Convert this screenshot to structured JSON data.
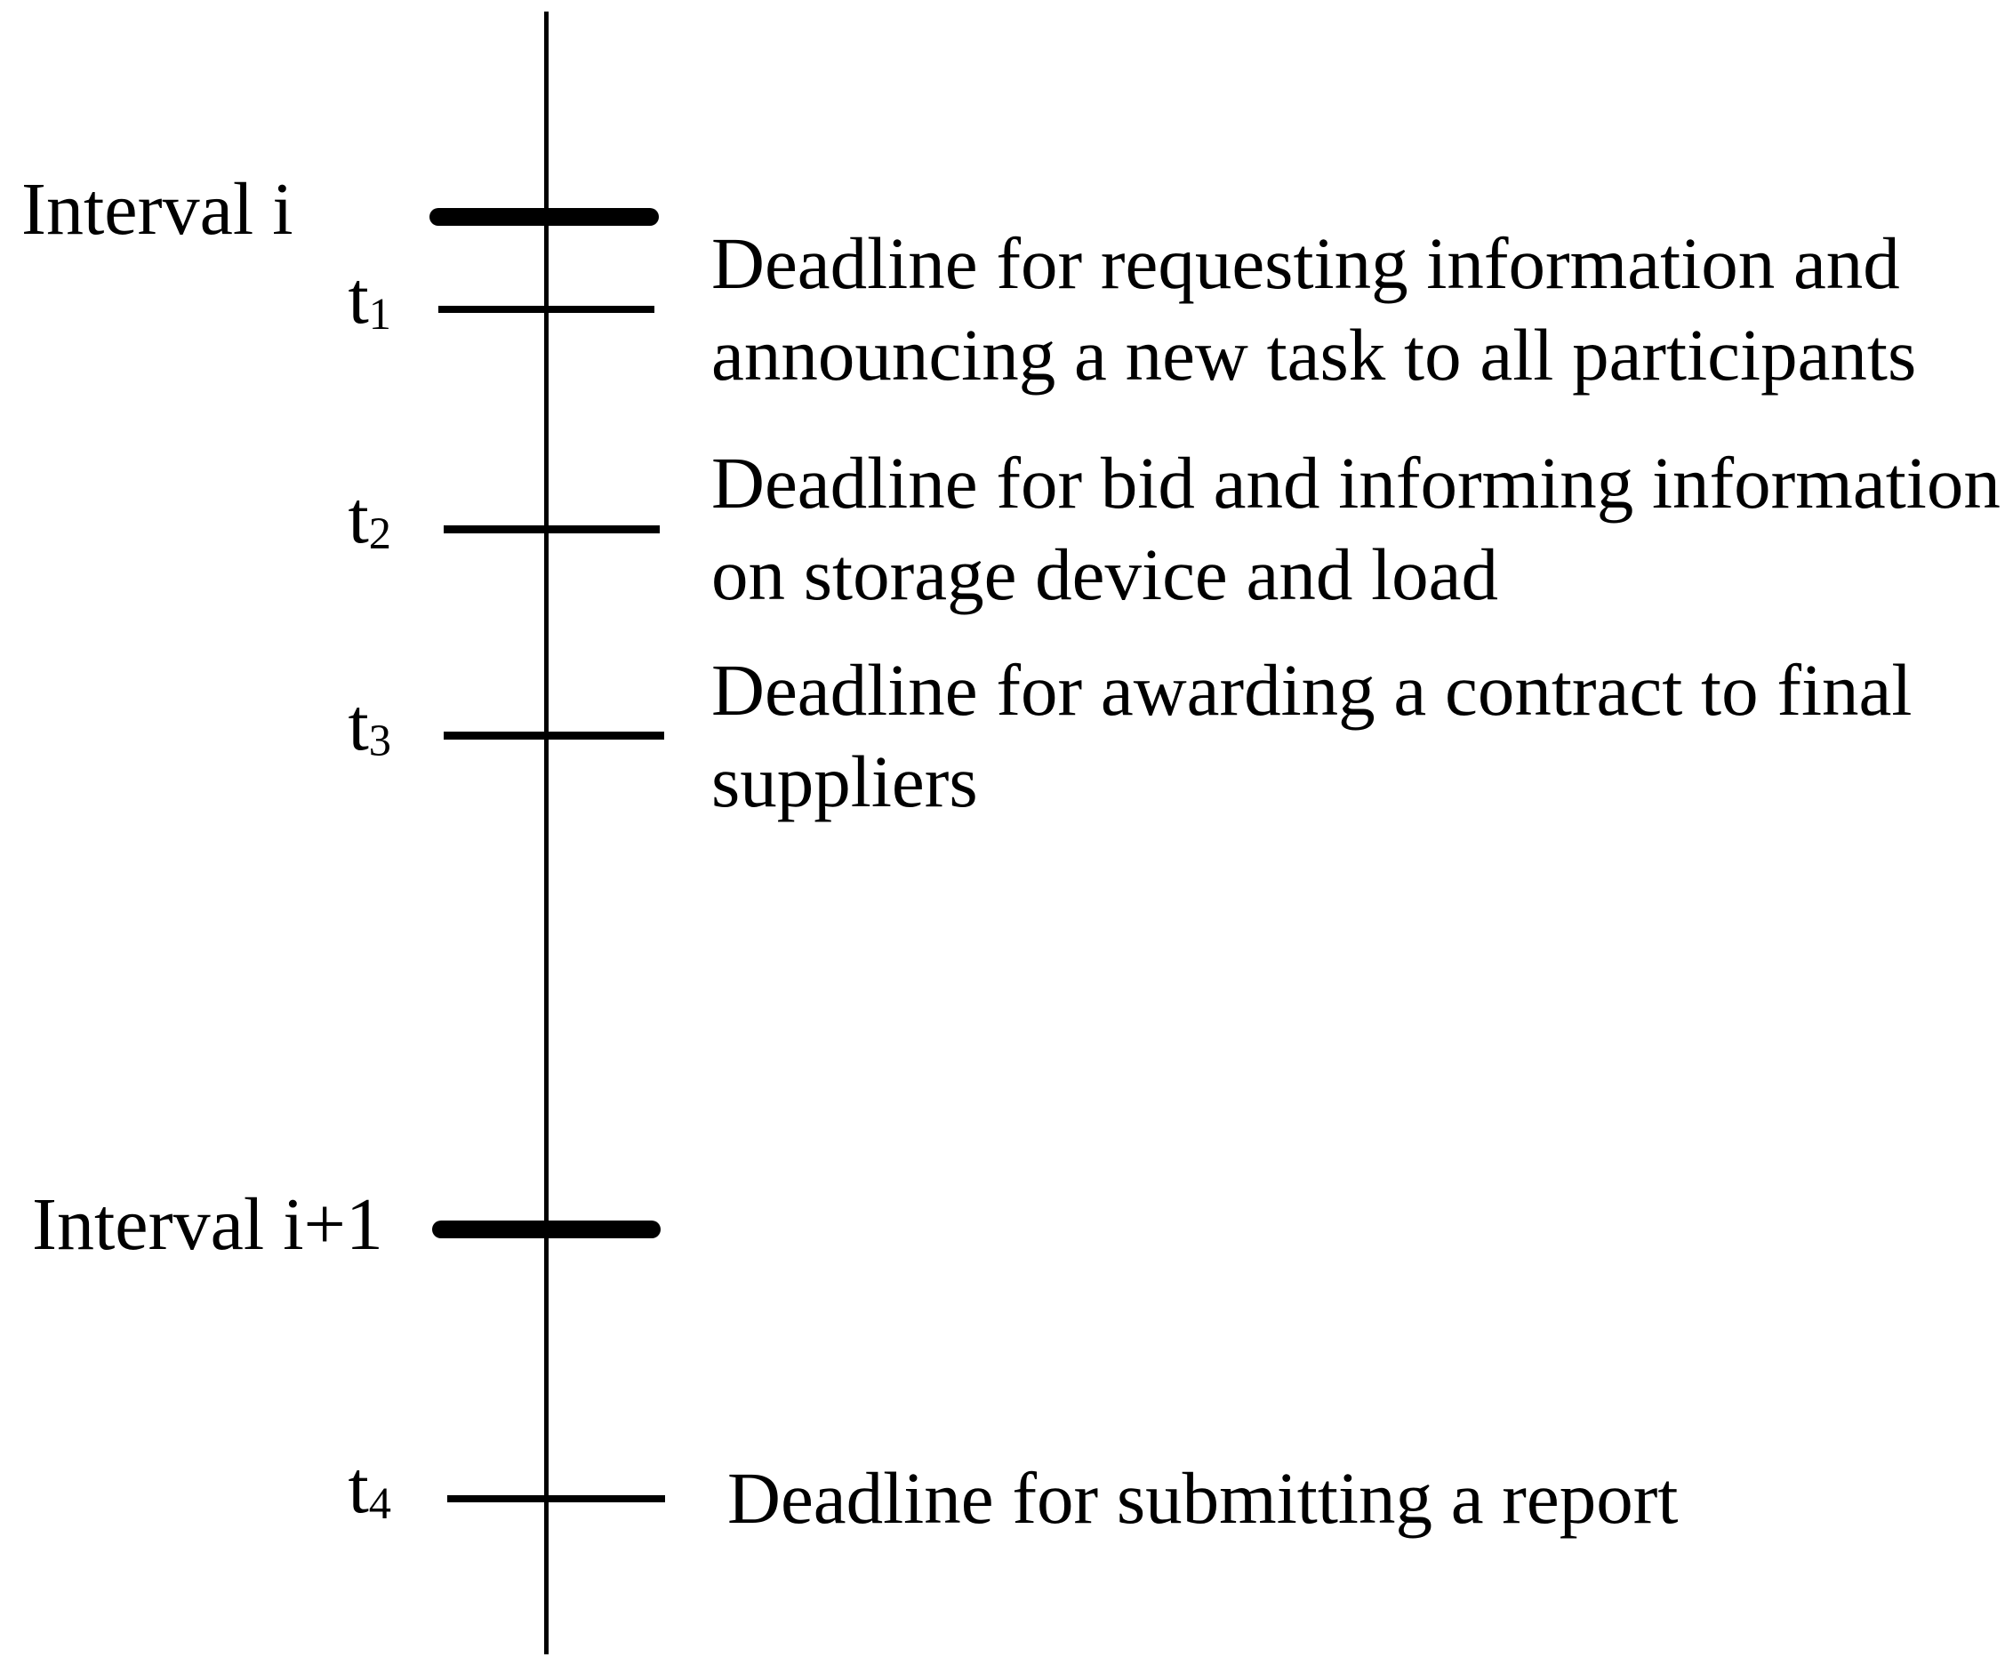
{
  "canvas": {
    "background": "#ffffff",
    "ink": "#000000"
  },
  "timeline": {
    "intervals": [
      {
        "label": "Interval i"
      },
      {
        "label": "Interval i+1"
      }
    ],
    "events": [
      {
        "label_base": "t",
        "label_sub": "1",
        "line1": "Deadline for requesting information and",
        "line2": "announcing a new task to all participants"
      },
      {
        "label_base": "t",
        "label_sub": "2",
        "line1": "Deadline for bid and informing information",
        "line2": "on storage device and load"
      },
      {
        "label_base": "t",
        "label_sub": "3",
        "line1": "Deadline for awarding a contract to final",
        "line2": "suppliers"
      },
      {
        "label_base": "t",
        "label_sub": "4",
        "line1": "Deadline for submitting a report"
      }
    ]
  }
}
